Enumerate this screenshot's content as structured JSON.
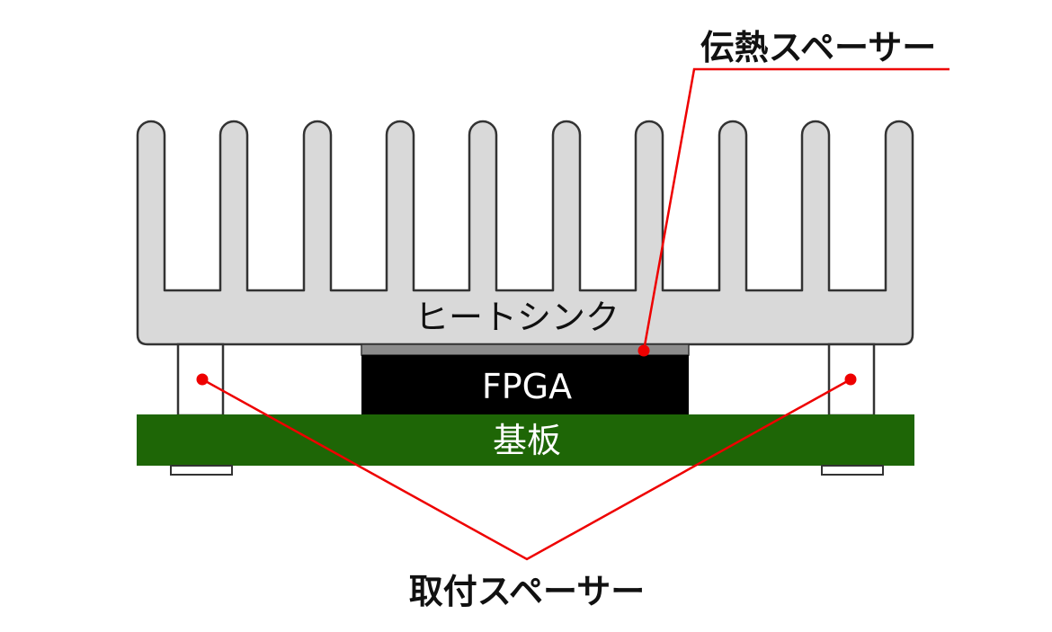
{
  "diagram": {
    "labels": {
      "thermal_spacer": "伝熱スペーサー",
      "heatsink": "ヒートシンク",
      "fpga": "FPGA",
      "board": "基板",
      "mount_spacer": "取付スペーサー"
    },
    "colors": {
      "heatsink_fill": "#d9d9d9",
      "outline": "#333333",
      "thermal_spacer_fill": "#8c8c8c",
      "fpga_fill": "#000000",
      "board_fill": "#1e6606",
      "mount_spacer_fill": "#ffffff",
      "leader_line": "#ee0000",
      "text_dark": "#111111",
      "text_light": "#ffffff"
    }
  }
}
